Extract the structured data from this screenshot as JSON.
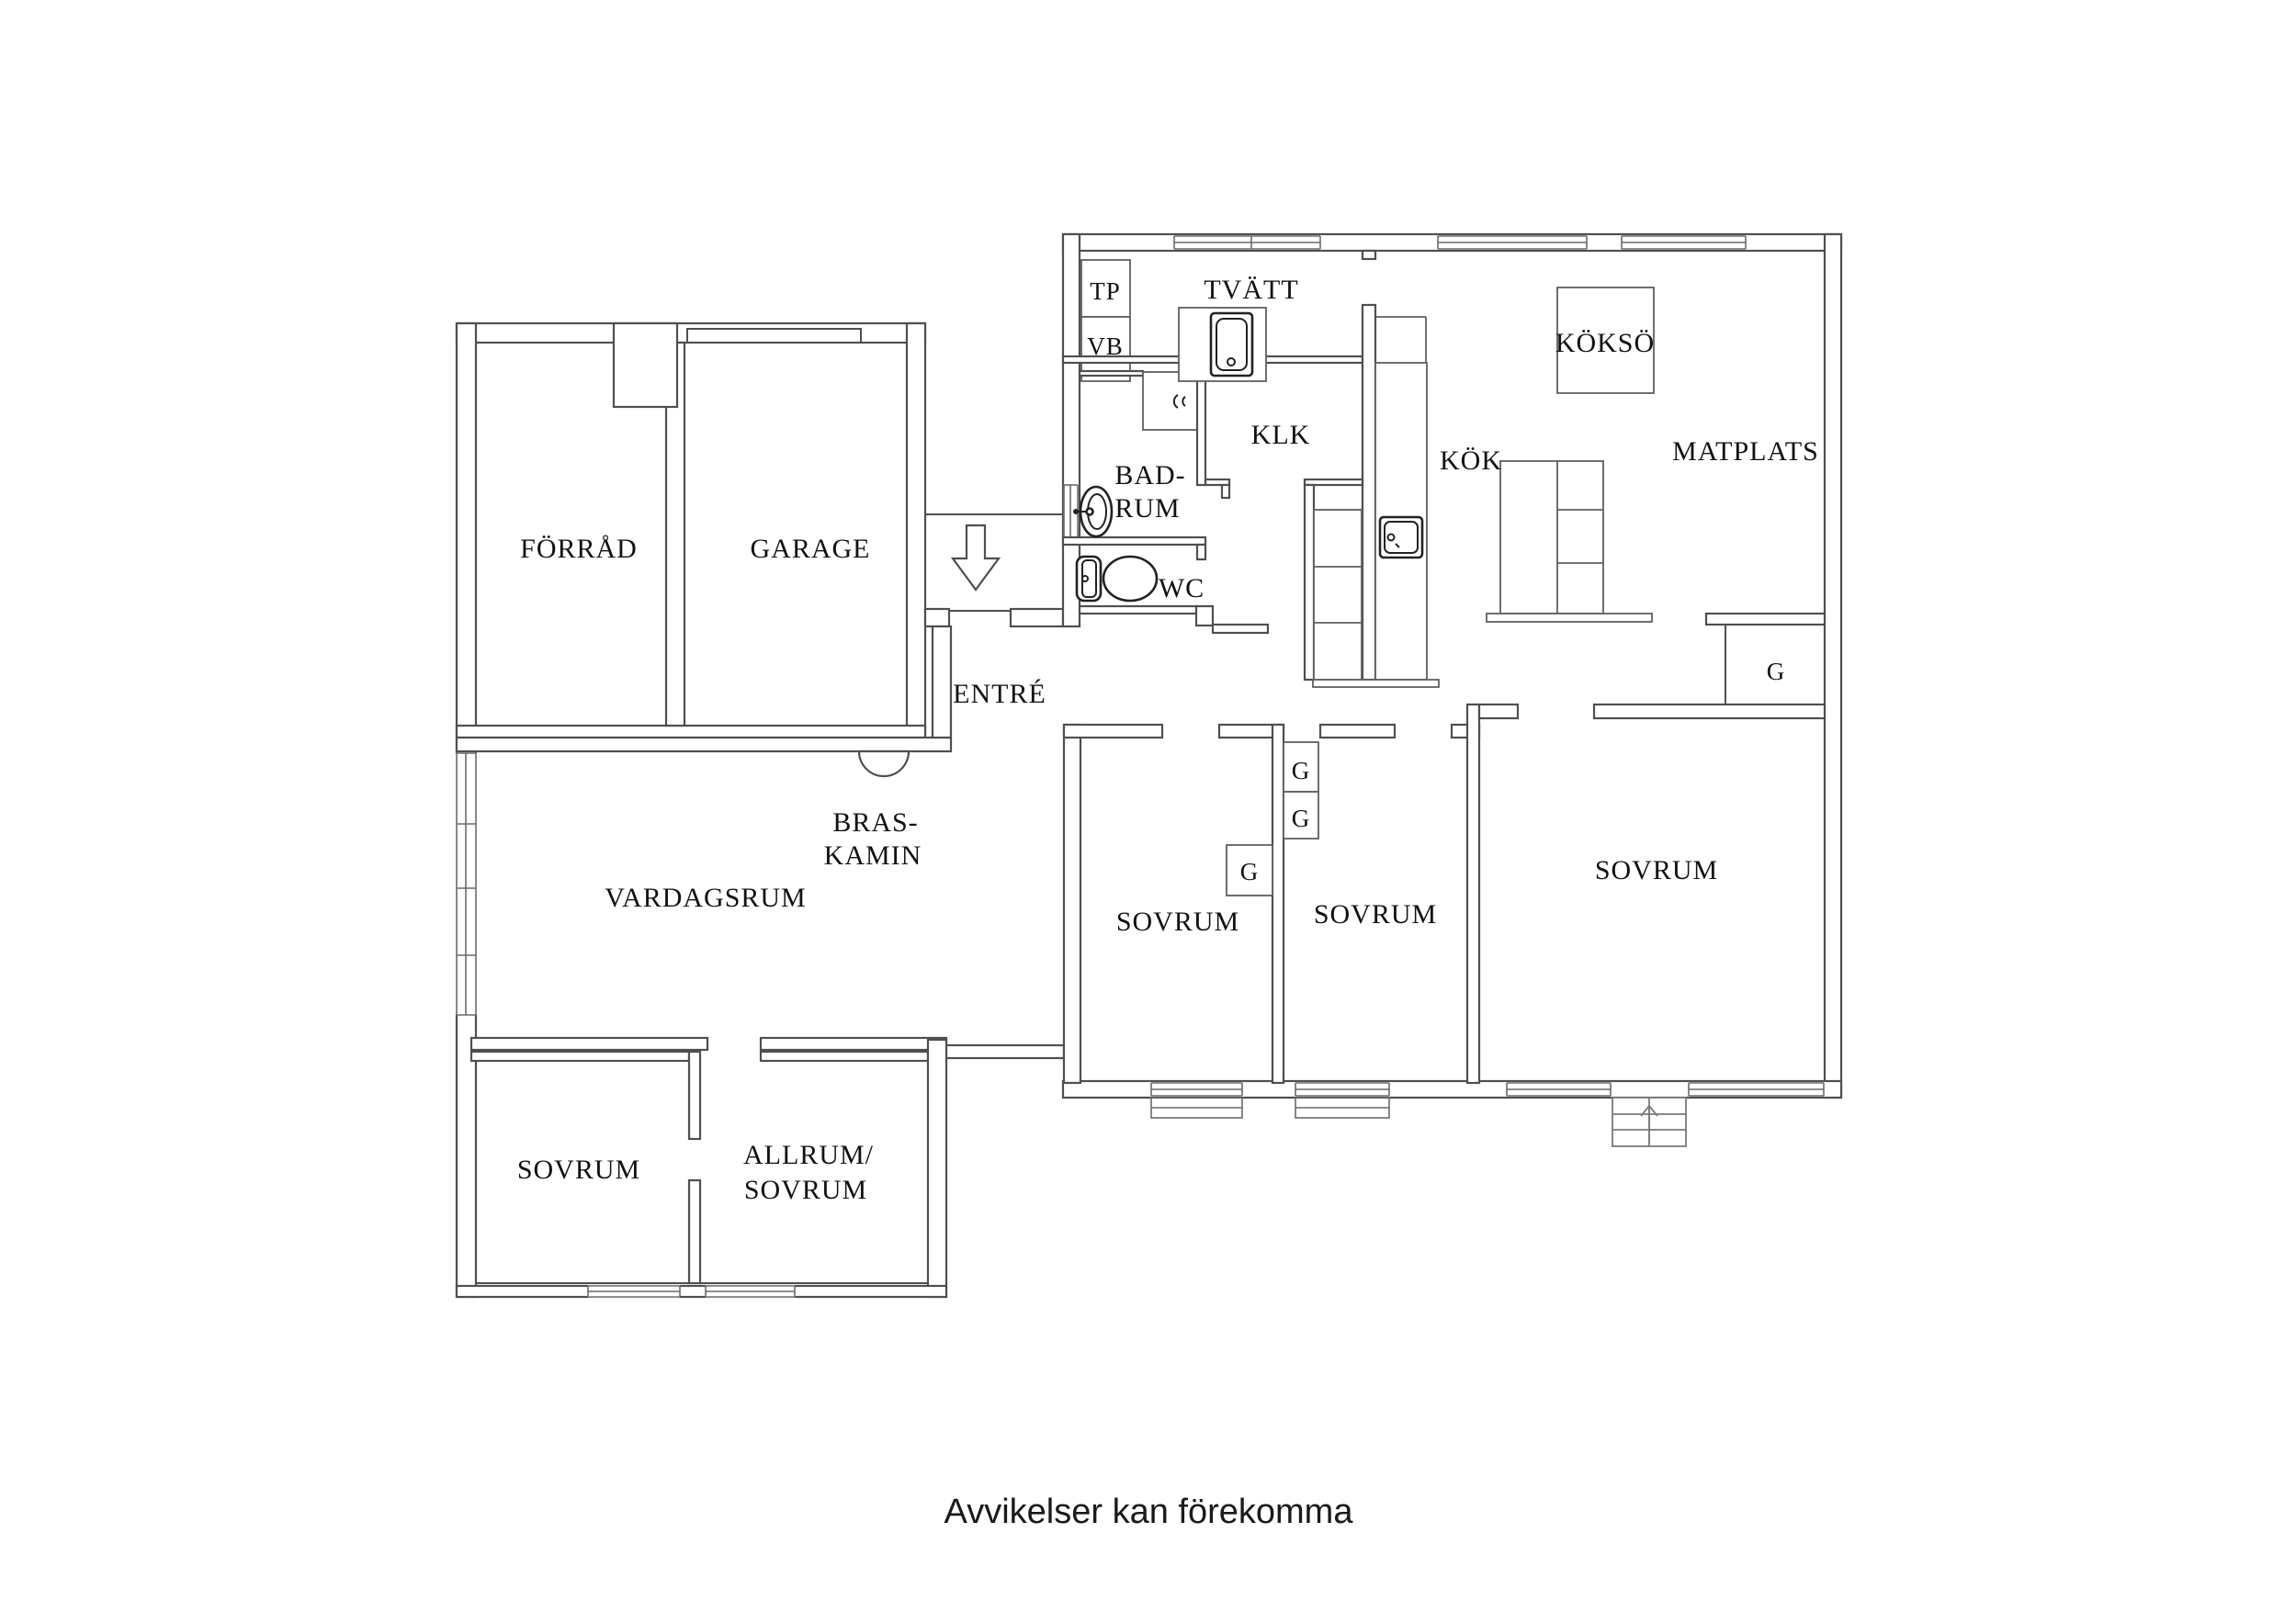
{
  "document": {
    "type": "floor-plan",
    "language": "Swedish",
    "footer": {
      "text": "Avvikelser kan förekomma"
    }
  },
  "colors": {
    "background": "#ffffff",
    "wall_line": "#4f4f4f",
    "fixture_line": "#222222",
    "text": "#111111"
  },
  "labels": {
    "forrad": "FÖRRÅD",
    "garage": "GARAGE",
    "tp": "TP",
    "vb": "VB",
    "tvatt": "TVÄTT",
    "koksoe": "KÖKSÖ",
    "klk": "KLK",
    "bad1": "BAD-",
    "bad2": "RUM",
    "kok": "KÖK",
    "matplats": "MATPLATS",
    "wc": "WC",
    "entre": "ENTRÉ",
    "g": "G",
    "bras1": "BRAS-",
    "bras2": "KAMIN",
    "vardagsrum": "VARDAGSRUM",
    "sovrum": "SOVRUM",
    "allrum1": "ALLRUM/",
    "allrum2": "SOVRUM"
  },
  "icons": {
    "entrance_arrow": "down-arrow entrance marker",
    "stairs_arrow": "up-arrow on exterior steps",
    "washing_machine": "washing machine in TVÄTT",
    "kitchen_sink": "kitchen sink",
    "washbasin": "bathroom washbasin",
    "toilet": "wc toilet",
    "fireplace": "braskamin arc"
  }
}
